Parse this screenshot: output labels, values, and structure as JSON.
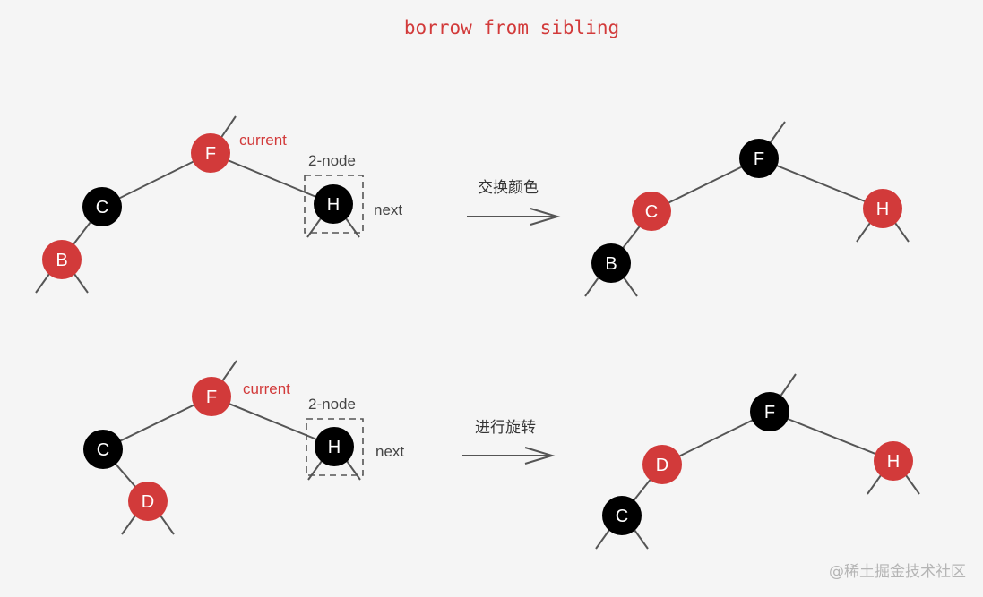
{
  "title": "borrow from sibling",
  "labels": {
    "current": "current",
    "two_node": "2-node",
    "next": "next",
    "swap_colors": "交换颜色",
    "rotate": "进行旋转"
  },
  "watermark": "@稀土掘金技术社区",
  "colors": {
    "red": "#d23a3a",
    "black": "#000000",
    "edge": "#555555",
    "background": "#f5f5f5"
  },
  "diagrams": [
    {
      "before": {
        "F": {
          "color": "red"
        },
        "C": {
          "color": "black"
        },
        "B": {
          "color": "red"
        },
        "H": {
          "color": "black"
        }
      },
      "after": {
        "F": {
          "color": "black"
        },
        "C": {
          "color": "red"
        },
        "B": {
          "color": "black"
        },
        "H": {
          "color": "red"
        }
      }
    },
    {
      "before": {
        "F": {
          "color": "red"
        },
        "C": {
          "color": "black"
        },
        "D": {
          "color": "red"
        },
        "H": {
          "color": "black"
        }
      },
      "after": {
        "F": {
          "color": "black"
        },
        "D": {
          "color": "red"
        },
        "C": {
          "color": "black"
        },
        "H": {
          "color": "red"
        }
      }
    }
  ]
}
